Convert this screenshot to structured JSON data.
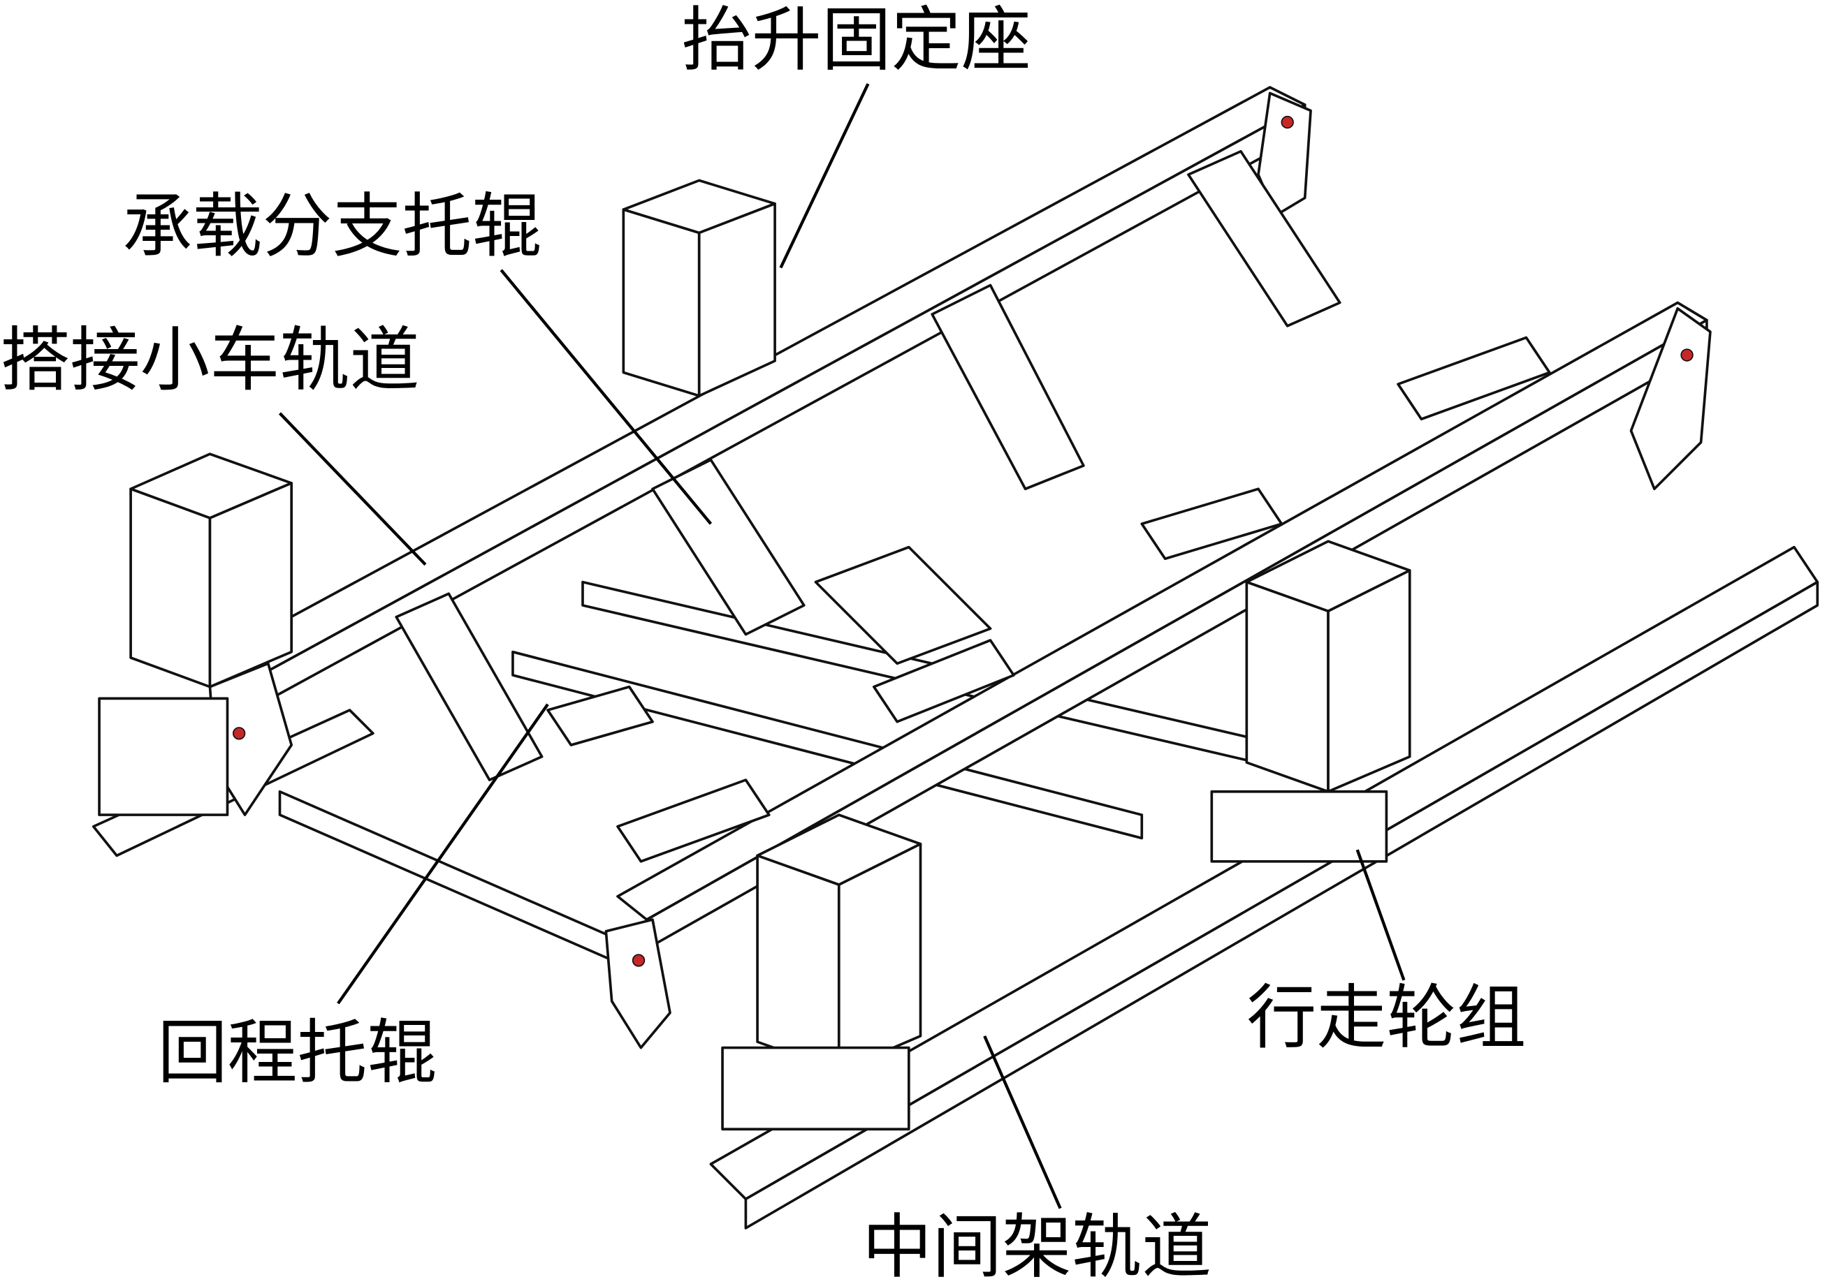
{
  "title": "转载机中间架结构示意图",
  "labels": {
    "lift_seat": "抬升固定座",
    "carry_idler": "承载分支托辊",
    "trolley_rail": "搭接小车轨道",
    "return_idler": "回程托辊",
    "wheel_set": "行走轮组",
    "frame_rail": "中间架轨道"
  },
  "colors": {
    "line": "#111111",
    "bolt": "#c62828",
    "background": "#ffffff"
  }
}
